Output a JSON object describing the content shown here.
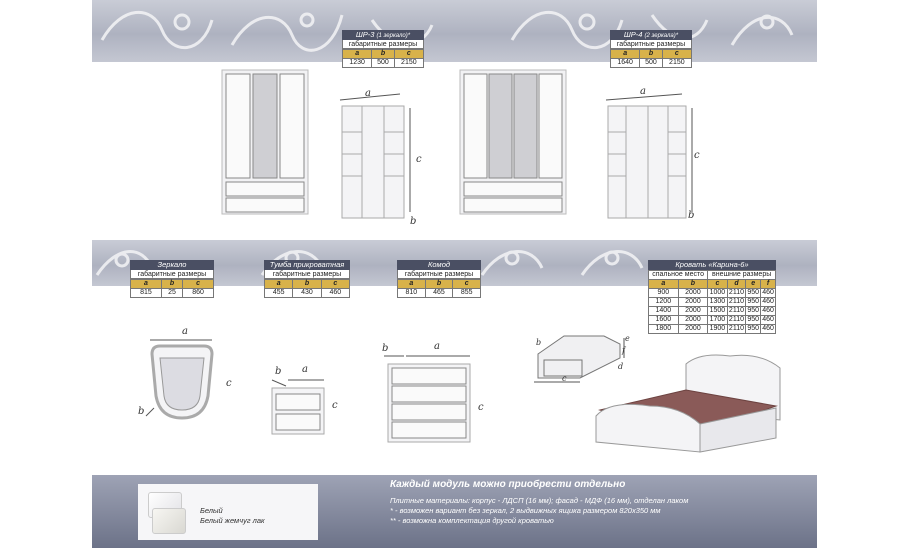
{
  "wardrobe3": {
    "title": "ШР-3",
    "note": "(1 зеркало)*",
    "subtitle": "габаритные размеры",
    "headers": [
      "a",
      "b",
      "c"
    ],
    "values": [
      "1230",
      "500",
      "2150"
    ]
  },
  "wardrobe4": {
    "title": "ШР-4",
    "note": "(2 зеркала)*",
    "subtitle": "габаритные размеры",
    "headers": [
      "a",
      "b",
      "c"
    ],
    "values": [
      "1640",
      "500",
      "2150"
    ]
  },
  "mirror": {
    "title": "Зеркало",
    "subtitle": "габаритные размеры",
    "headers": [
      "a",
      "b",
      "c"
    ],
    "values": [
      "815",
      "25",
      "860"
    ]
  },
  "nightstand": {
    "title": "Тумба прикроватная",
    "subtitle": "габаритные размеры",
    "headers": [
      "a",
      "b",
      "c"
    ],
    "values": [
      "455",
      "430",
      "460"
    ]
  },
  "dresser": {
    "title": "Комод",
    "subtitle": "габаритные размеры",
    "headers": [
      "a",
      "b",
      "c"
    ],
    "values": [
      "810",
      "465",
      "855"
    ]
  },
  "bed": {
    "title": "Кровать «Карина-6»",
    "sleeping_label": "спальное место",
    "outer_label": "внешние размеры",
    "headers": [
      "a",
      "b",
      "c",
      "d",
      "e",
      "f"
    ],
    "rows": [
      [
        "900",
        "2000",
        "1000",
        "2110",
        "950",
        "460"
      ],
      [
        "1200",
        "2000",
        "1300",
        "2110",
        "950",
        "460"
      ],
      [
        "1400",
        "2000",
        "1500",
        "2110",
        "950",
        "460"
      ],
      [
        "1600",
        "2000",
        "1700",
        "2110",
        "950",
        "460"
      ],
      [
        "1800",
        "2000",
        "1900",
        "2110",
        "950",
        "460"
      ]
    ]
  },
  "dim_letters": {
    "a": "a",
    "b": "b",
    "c": "c",
    "d": "d",
    "e": "e",
    "f": "f"
  },
  "footer": {
    "headline": "Каждый модуль можно приобрести отдельно",
    "materials": "Плитные материалы: корпус - ЛДСП (16 мм); фасад - МДФ (16 мм), отделан лаком",
    "note1": "* - возможен вариант без зеркал, 2 выдвижных ящика размером 820х350 мм",
    "note2": "** - возможна комплектация другой кроватью"
  },
  "colors": {
    "label1": "Белый",
    "label2": "Белый жемчуг лак",
    "accent": "#d8b24a",
    "header_bg": "#4a4f63"
  }
}
